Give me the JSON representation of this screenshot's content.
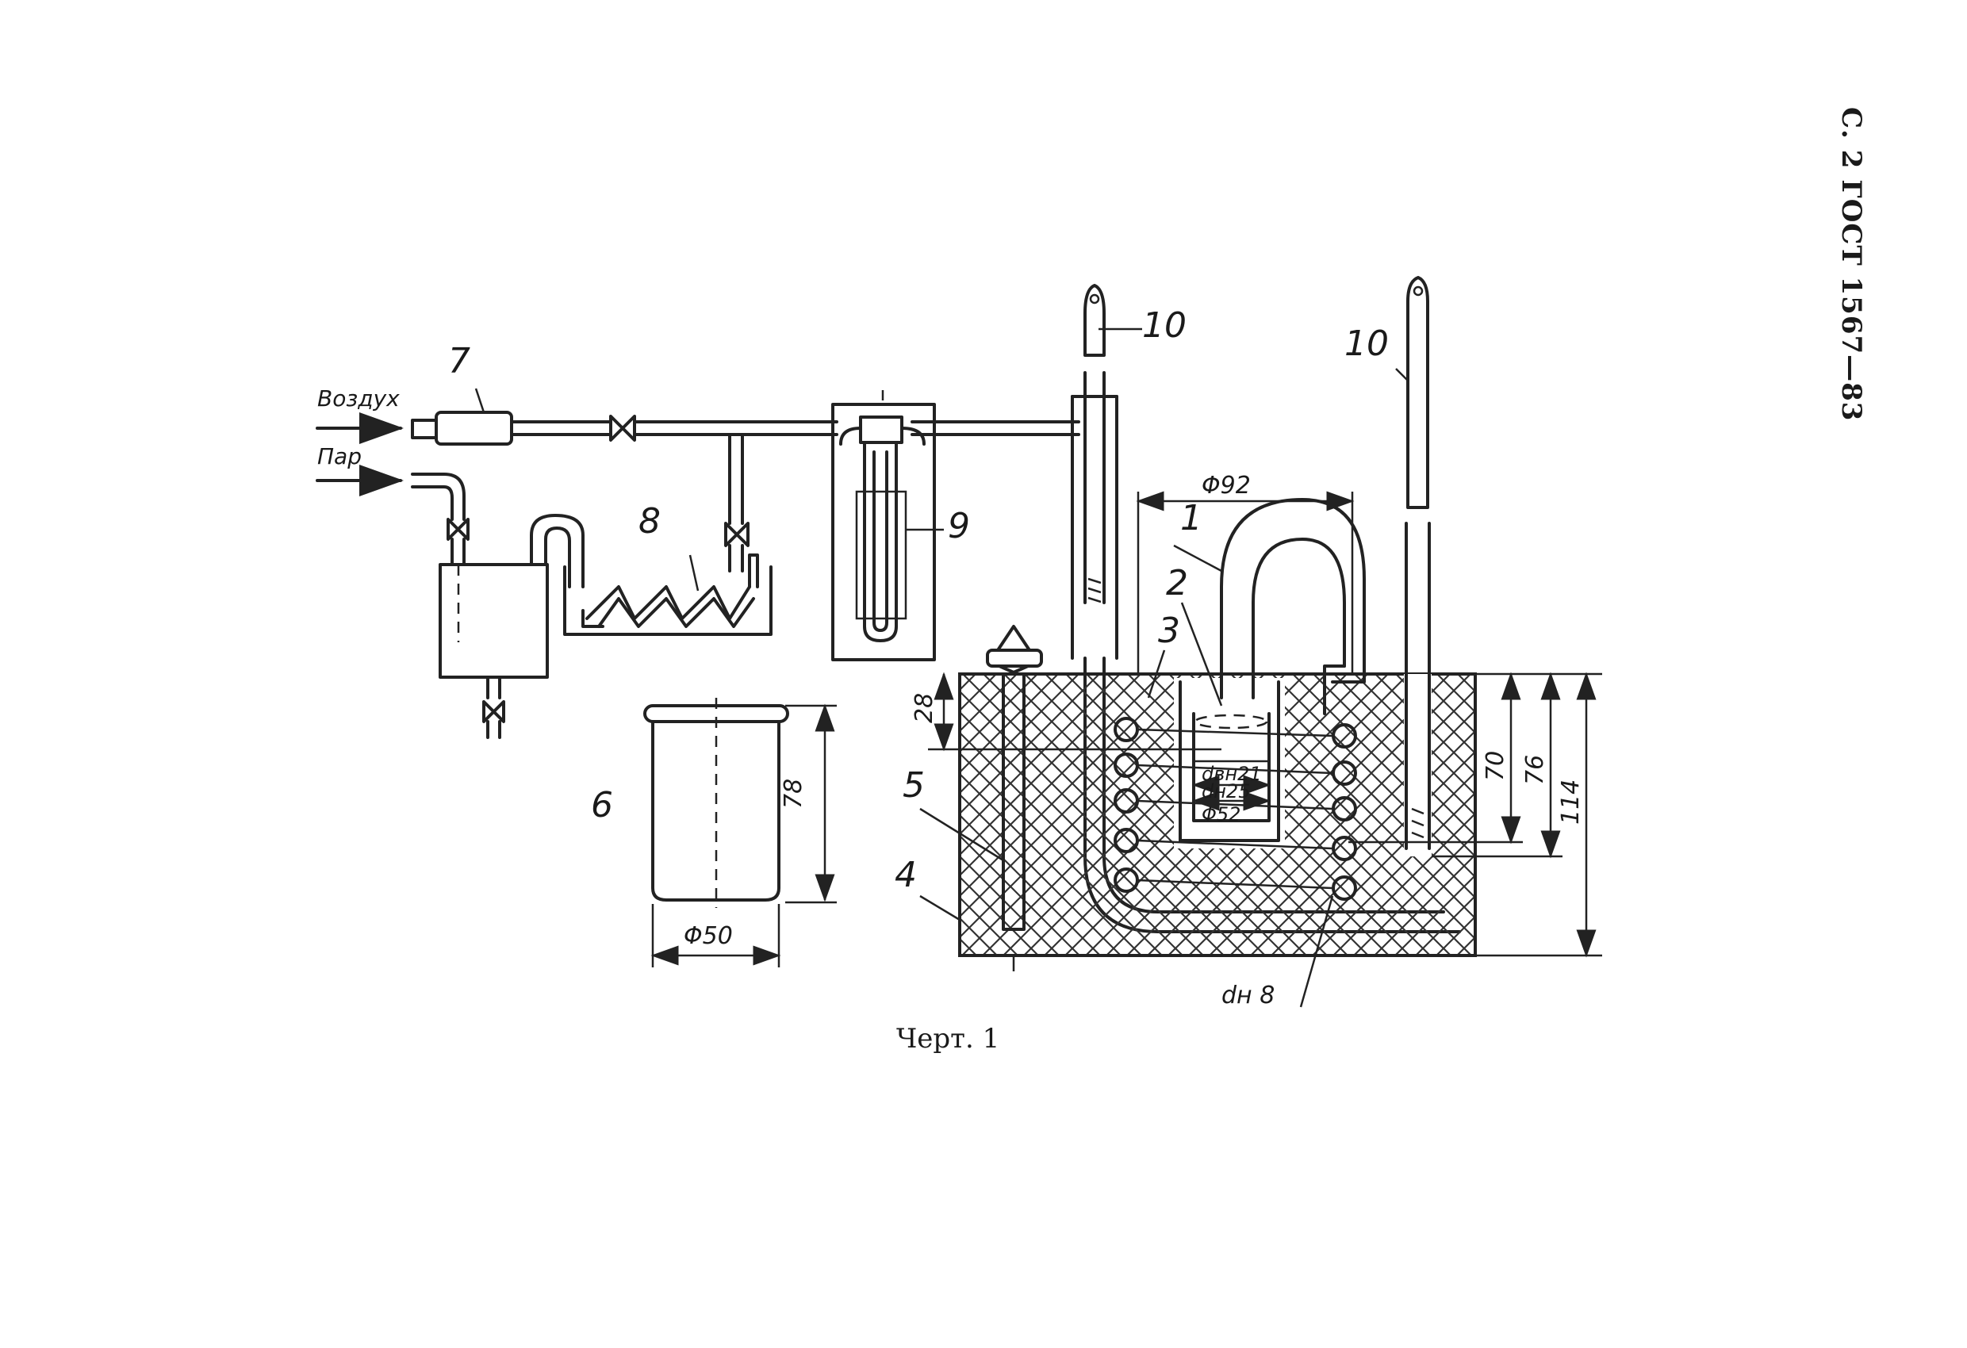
{
  "header": {
    "page_code": "С. 2 ГОСТ 1567—83"
  },
  "caption": "Черт. 1",
  "inputs": {
    "air": "Воздух",
    "steam": "Пар"
  },
  "labels": {
    "l1": "1",
    "l2": "2",
    "l3": "3",
    "l4": "4",
    "l5": "5",
    "l6": "6",
    "l7": "7",
    "l8": "8",
    "l9": "9",
    "l10a": "10",
    "l10b": "10"
  },
  "dimensions": {
    "d92": "Φ92",
    "d50": "Φ50",
    "d78": "78",
    "d28": "28",
    "dvn": "dвн21",
    "dn25": "dн25",
    "d52": "Φ52",
    "d70": "70",
    "d76": "76",
    "d114": "114",
    "dn8": "dн 8"
  }
}
